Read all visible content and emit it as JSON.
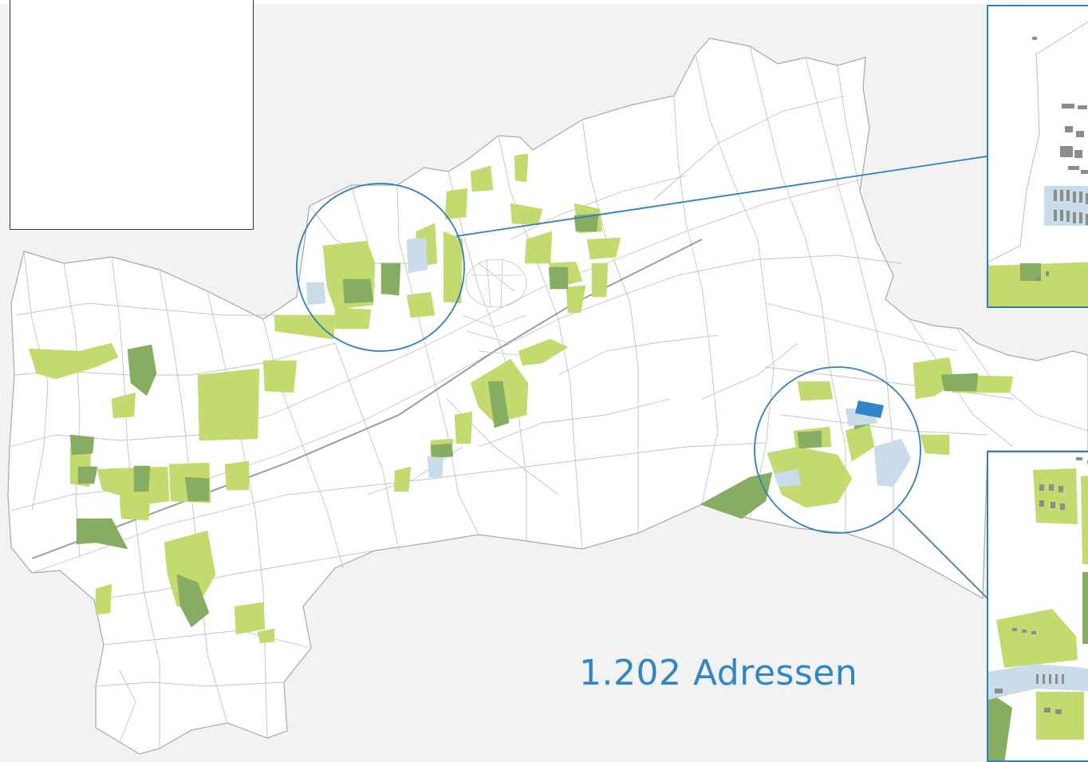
{
  "stat": {
    "text": "1.202 Adressen"
  },
  "colors": {
    "background": "#f2f2f2",
    "district_fill": "#ffffff",
    "district_line": "#b9b9b9",
    "light_green": "#c3da6f",
    "dark_green": "#86ad62",
    "light_blue": "#c9dce9",
    "dark_blue": "#2f86c8",
    "callout": "#2f7fc0",
    "building": "#8c8c8c"
  },
  "icons": {
    "zoom_circle_north": "magnifier-circle",
    "zoom_circle_east": "magnifier-circle"
  },
  "legend": {
    "title": "",
    "items": []
  }
}
